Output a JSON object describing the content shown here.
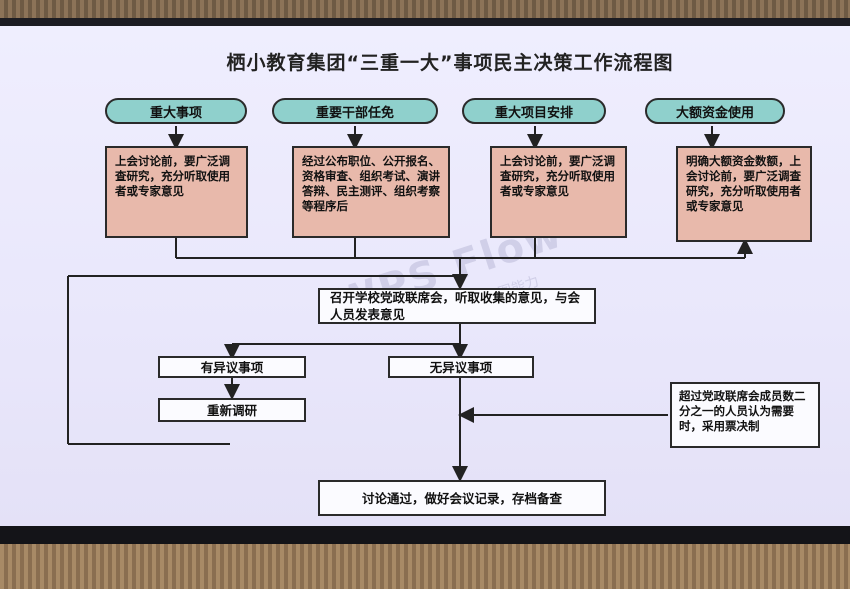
{
  "title": "栖小教育集团“三重一大”事项民主决策工作流程图",
  "categories": [
    {
      "label": "重大事项",
      "desc": "上会讨论前，要广泛调查研究，充分听取使用者或专家意见"
    },
    {
      "label": "重要干部任免",
      "desc": "经过公布职位、公开报名、资格审查、组织考试、演讲答辩、民主测评、组织考察等程序后"
    },
    {
      "label": "重大项目安排",
      "desc": "上会讨论前，要广泛调查研究，充分听取使用者或专家意见"
    },
    {
      "label": "大额资金使用",
      "desc": "明确大额资金数额，上会讨论前，要广泛调查研究，充分听取使用者或专家意见"
    }
  ],
  "meeting": "召开学校党政联席会，听取收集的意见，与会人员发表意见",
  "objection": "有异议事项",
  "no_objection": "无异议事项",
  "reresearch": "重新调研",
  "vote_note": "超过党政联席会成员数二分之一的人员认为需要时，采用票决制",
  "final": "讨论通过，做好会议记录，存档备查",
  "watermark": "WPS Flow",
  "watermark_sub": "让作图能力",
  "colors": {
    "pill": "#8fd0cc",
    "pink": "#e8b9ab",
    "screen": "#efeefe"
  }
}
